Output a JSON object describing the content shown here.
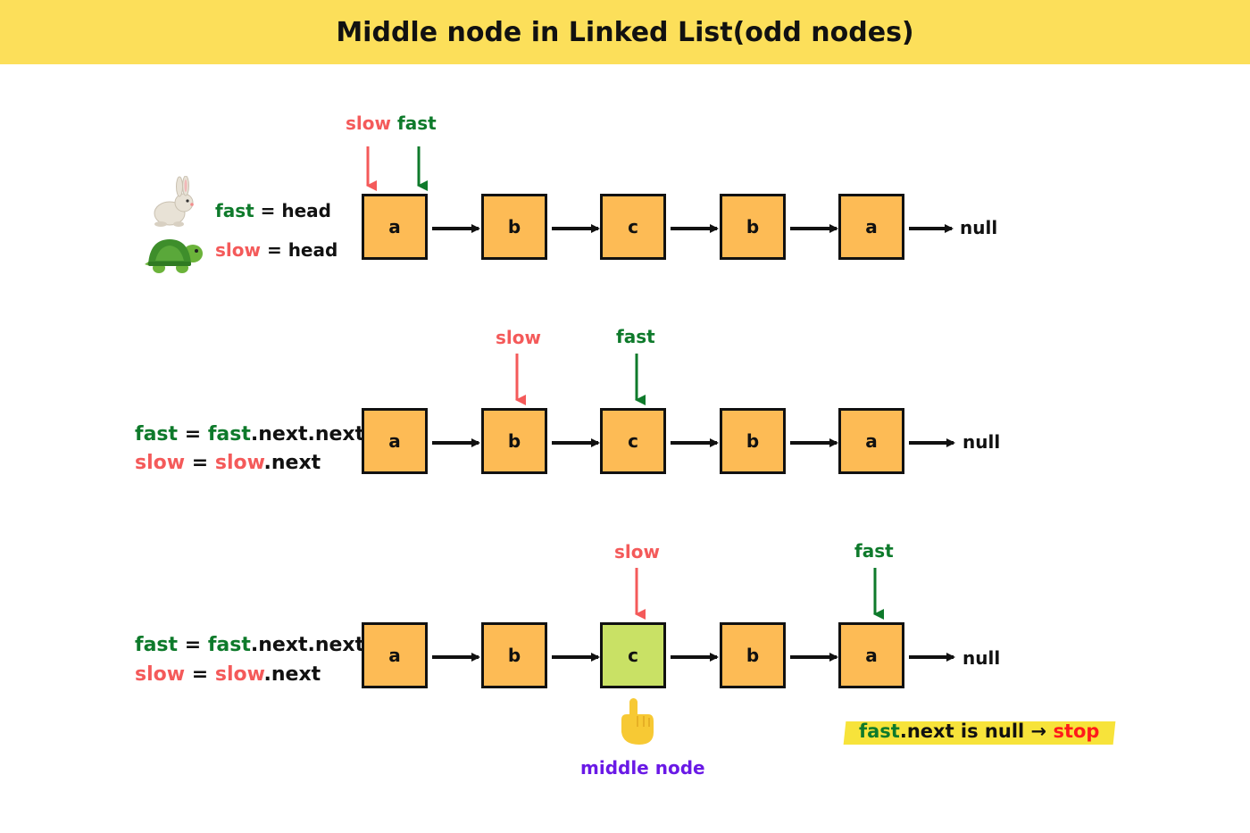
{
  "title": "Middle node in Linked List(odd nodes)",
  "colors": {
    "banner": "#fcdf5a",
    "node": "#fdbb55",
    "middle_node": "#c9e165",
    "fast": "#0e7a2b",
    "slow": "#f45a5a",
    "middle_label": "#6a19e6",
    "stop": "#ff1a1a",
    "highlight": "#f7e33a"
  },
  "icons": {
    "rabbit": "rabbit-icon",
    "turtle": "turtle-icon",
    "pointing": "pointing-down-hand-icon"
  },
  "row1": {
    "pointer_slow": "slow",
    "pointer_fast": "fast",
    "fast_var": "fast",
    "slow_var": "slow",
    "equals": "=",
    "head": "head",
    "nodes": [
      "a",
      "b",
      "c",
      "b",
      "a"
    ],
    "null": "null"
  },
  "row2": {
    "pointer_slow": "slow",
    "pointer_fast": "fast",
    "fast_var": "fast",
    "fast_rhs_var": "fast",
    "fast_rhs_rest": ".next.next",
    "slow_var": "slow",
    "slow_rhs_var": "slow",
    "slow_rhs_rest": ".next",
    "equals": "=",
    "nodes": [
      "a",
      "b",
      "c",
      "b",
      "a"
    ],
    "null": "null"
  },
  "row3": {
    "pointer_slow": "slow",
    "pointer_fast": "fast",
    "fast_var": "fast",
    "fast_rhs_var": "fast",
    "fast_rhs_rest": ".next.next",
    "slow_var": "slow",
    "slow_rhs_var": "slow",
    "slow_rhs_rest": ".next",
    "equals": "=",
    "nodes": [
      "a",
      "b",
      "c",
      "b",
      "a"
    ],
    "null": "null",
    "middle_label": "middle node",
    "stop_fast": "fast",
    "stop_rest": ".next is null →",
    "stop_word": "stop"
  }
}
